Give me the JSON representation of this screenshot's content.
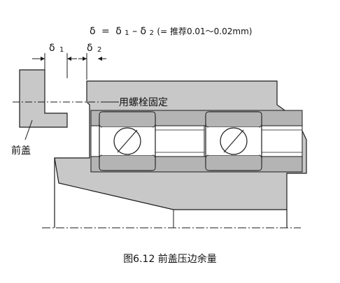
{
  "formula": {
    "lhs": "δ",
    "eq": "=",
    "d1": "δ",
    "d1_sub": "1",
    "minus": "–",
    "d2": "δ",
    "d2_sub": "2",
    "note": "(= 推荐0.01～0.02mm)"
  },
  "dim_delta1": {
    "sym": "δ",
    "sub": "1"
  },
  "dim_delta2": {
    "sym": "δ",
    "sub": "2"
  },
  "label_bolt": "用螺栓固定",
  "label_front_cover": "前盖",
  "caption": "图6.12 前盖压边余量",
  "colors": {
    "housing_fill": "#c8c8c8",
    "race_fill": "#b4b4b4",
    "band_fill": "#dcdcdc",
    "outline": "#1a1a1a"
  }
}
